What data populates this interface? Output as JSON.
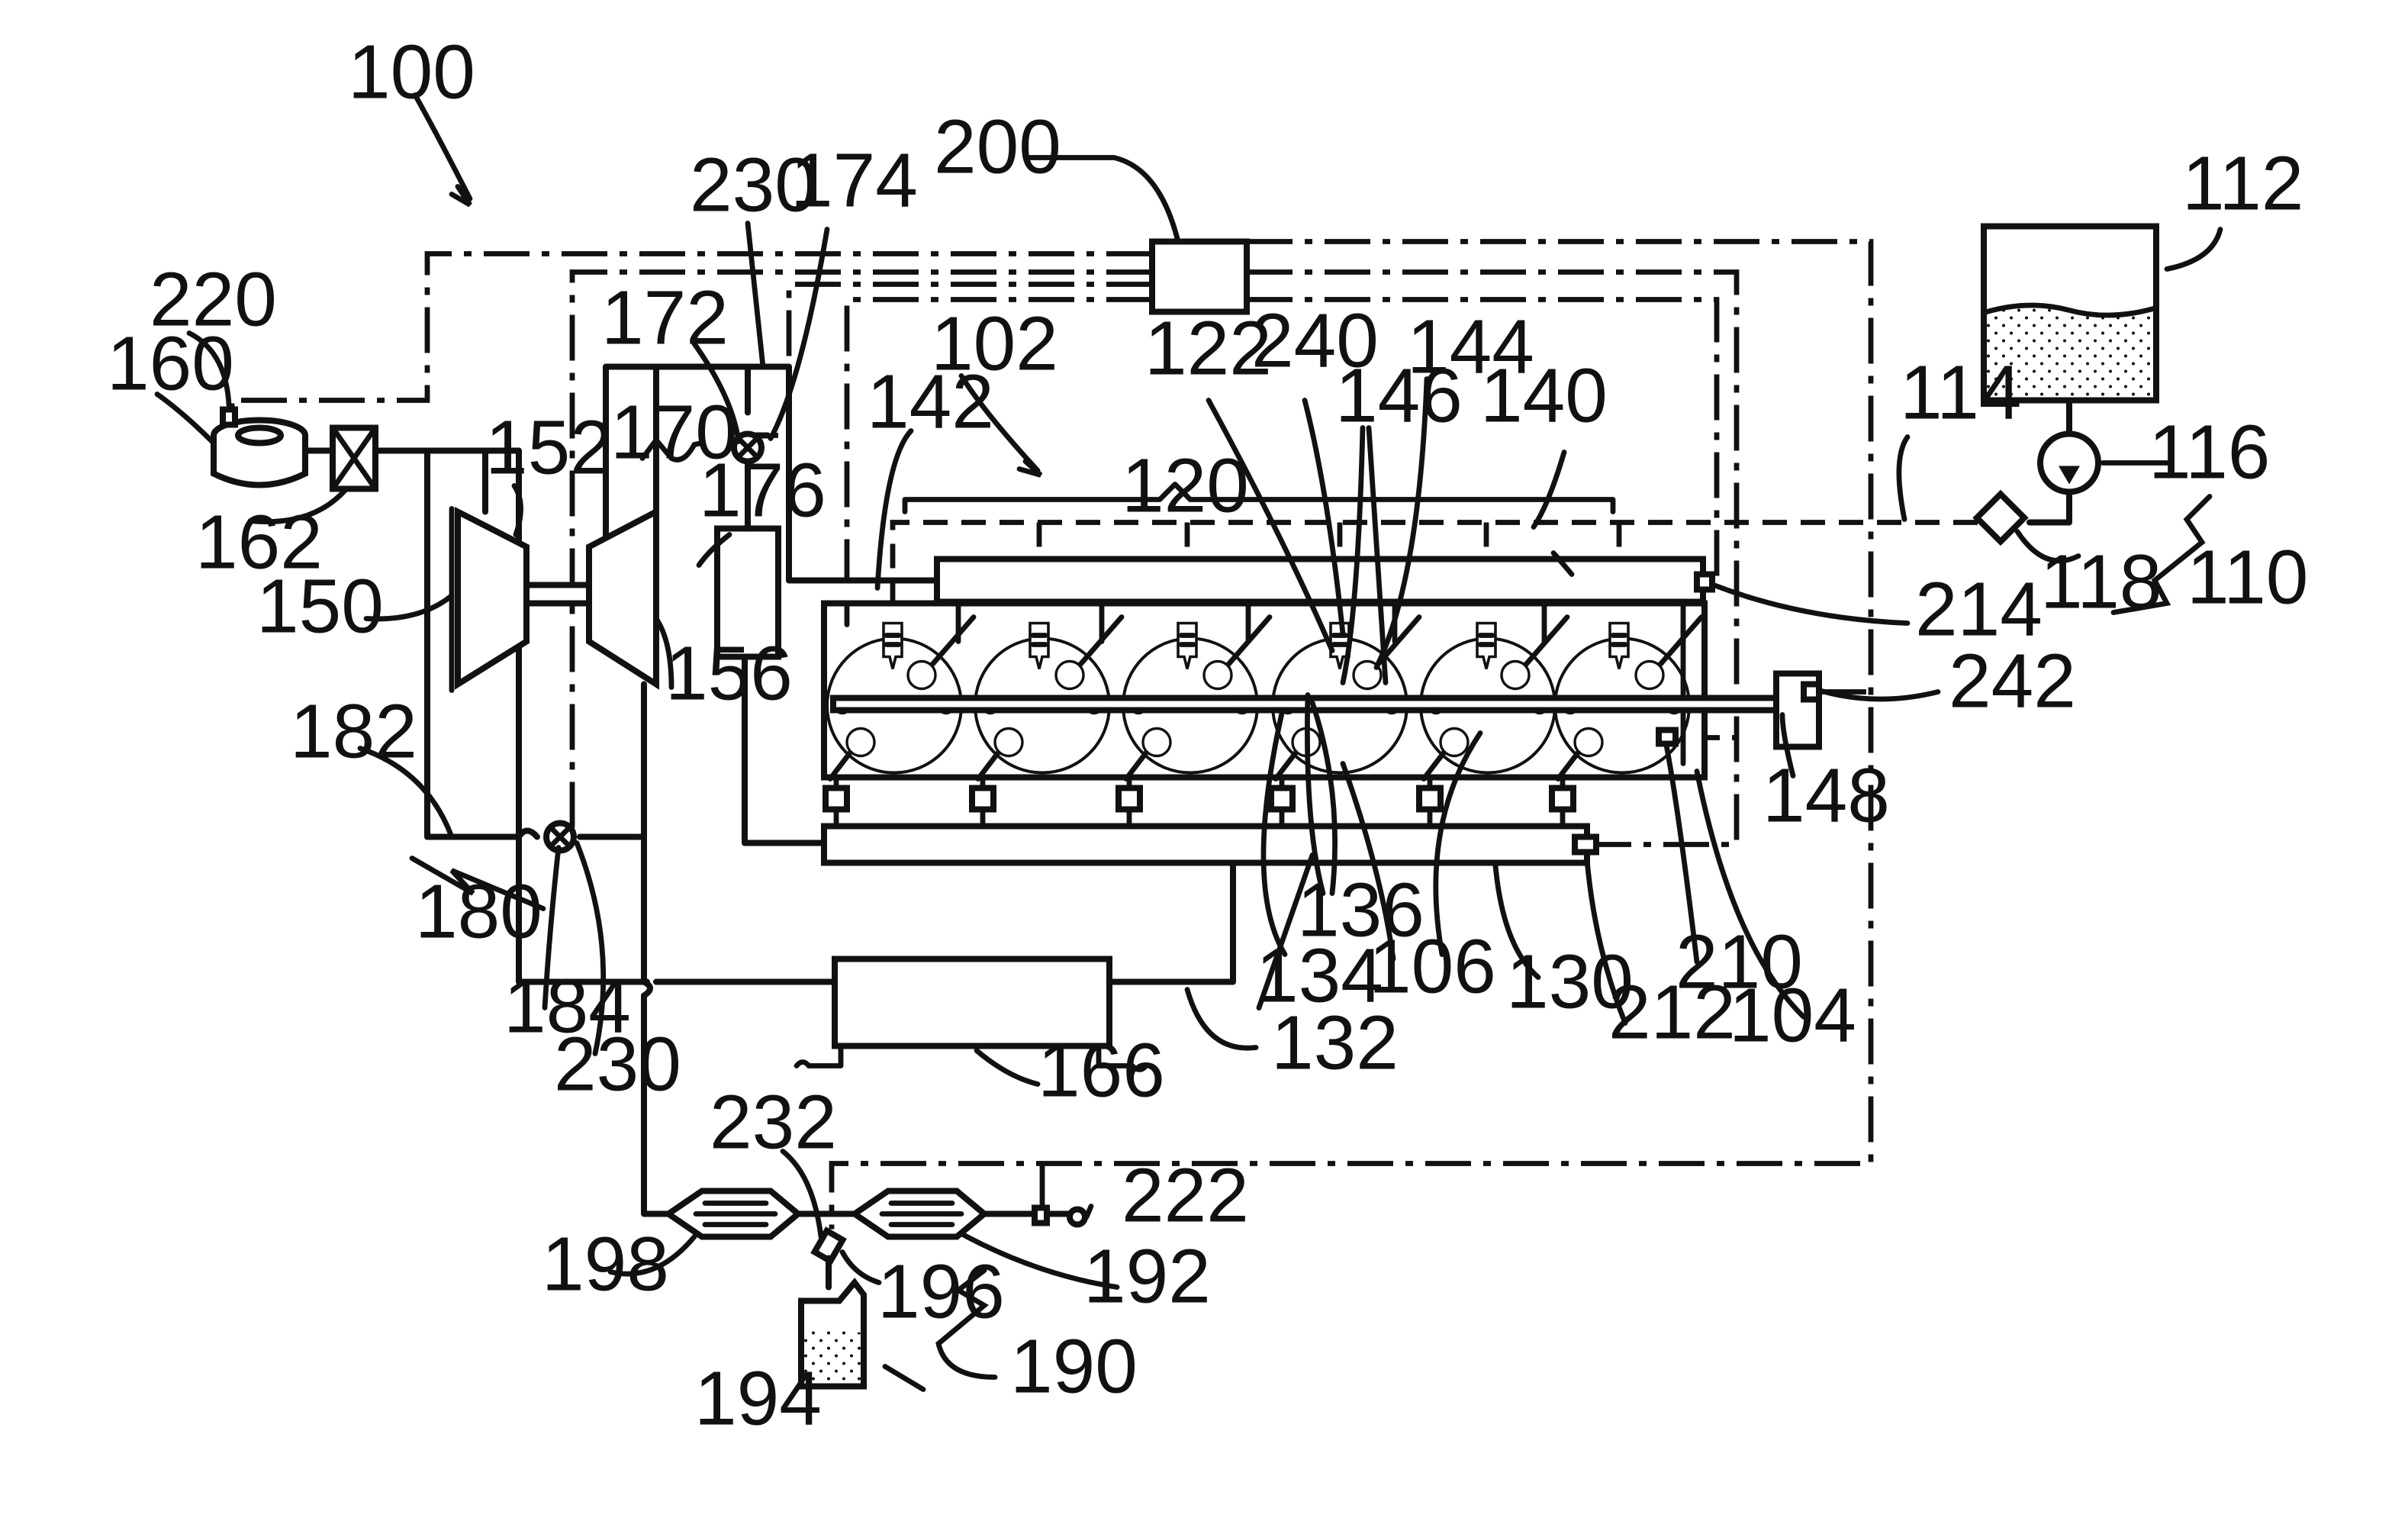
{
  "figure": {
    "refs": {
      "r100": "100",
      "r102": "102",
      "r104": "104",
      "r106": "106",
      "r110": "110",
      "r112": "112",
      "r114": "114",
      "r116": "116",
      "r118": "118",
      "r120": "120",
      "r122": "122",
      "r130": "130",
      "r132": "132",
      "r134": "134",
      "r136": "136",
      "r140": "140",
      "r142": "142",
      "r144": "144",
      "r146": "146",
      "r148": "148",
      "r150": "150",
      "r152": "152",
      "r156": "156",
      "r160": "160",
      "r162": "162",
      "r166": "166",
      "r170": "170",
      "r172": "172",
      "r174": "174",
      "r176": "176",
      "r180": "180",
      "r182": "182",
      "r184": "184",
      "r190": "190",
      "r192": "192",
      "r194": "194",
      "r196": "196",
      "r198": "198",
      "r200": "200",
      "r210": "210",
      "r212": "212",
      "r214": "214",
      "r220": "220",
      "r222": "222",
      "r230": "230",
      "r232": "232",
      "r240": "240",
      "r242": "242"
    },
    "colors": {
      "ink": "#111111",
      "paper": "#ffffff"
    }
  }
}
